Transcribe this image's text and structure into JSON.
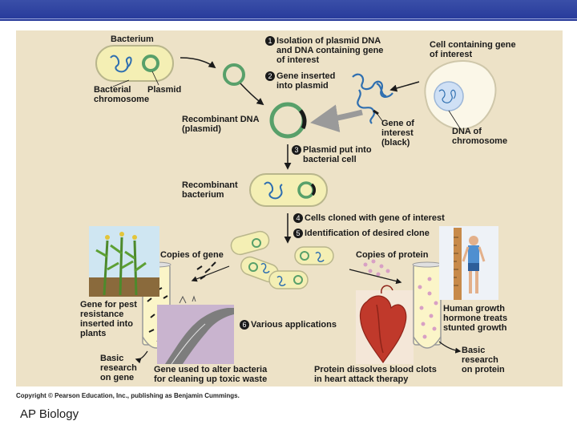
{
  "diagram": {
    "labels": {
      "bacterium": "Bacterium",
      "bacterial_chromosome": "Bacterial\nchromosome",
      "plasmid": "Plasmid",
      "cell_containing_gene": "Cell containing gene\nof interest",
      "dna_of_chromosome": "DNA of\nchromosome",
      "gene_of_interest": "Gene of\ninterest\n(black)",
      "recombinant_dna": "Recombinant DNA\n(plasmid)",
      "recombinant_bacterium": "Recombinant\nbacterium",
      "copies_of_gene": "Copies of gene",
      "copies_of_protein": "Copies of protein",
      "gene_pest_resistance": "Gene for pest\nresistance\ninserted into\nplants",
      "basic_research_gene": "Basic\nresearch\non gene",
      "gene_toxic_waste": "Gene used to alter bacteria\nfor cleaning up toxic waste",
      "protein_blood_clots": "Protein dissolves blood clots\nin heart attack therapy",
      "human_growth_hormone": "Human growth\nhormone treats\nstunted growth",
      "basic_research_protein": "Basic\nresearch\non protein"
    },
    "steps": [
      {
        "number": "1",
        "text": "Isolation of plasmid DNA\nand DNA containing gene\nof interest"
      },
      {
        "number": "2",
        "text": "Gene inserted\ninto plasmid"
      },
      {
        "number": "3",
        "text": "Plasmid put into\nbacterial cell"
      },
      {
        "number": "4",
        "text": "Cells cloned with gene of interest"
      },
      {
        "number": "5",
        "text": "Identification of desired clone"
      },
      {
        "number": "6",
        "text": "Various applications"
      }
    ]
  },
  "footer": {
    "copyright": "Copyright © Pearson Education, Inc., publishing as Benjamin Cummings.",
    "title": "AP Biology"
  },
  "colors": {
    "banner": "#2c3f9f",
    "panel": "#ede2c7",
    "bacterium_fill": "#f4efb4",
    "plasmid": "#58a06a",
    "dna": "#2f6fb0",
    "gray_arrow": "#9a9a9a",
    "heart": "#c0392b"
  }
}
